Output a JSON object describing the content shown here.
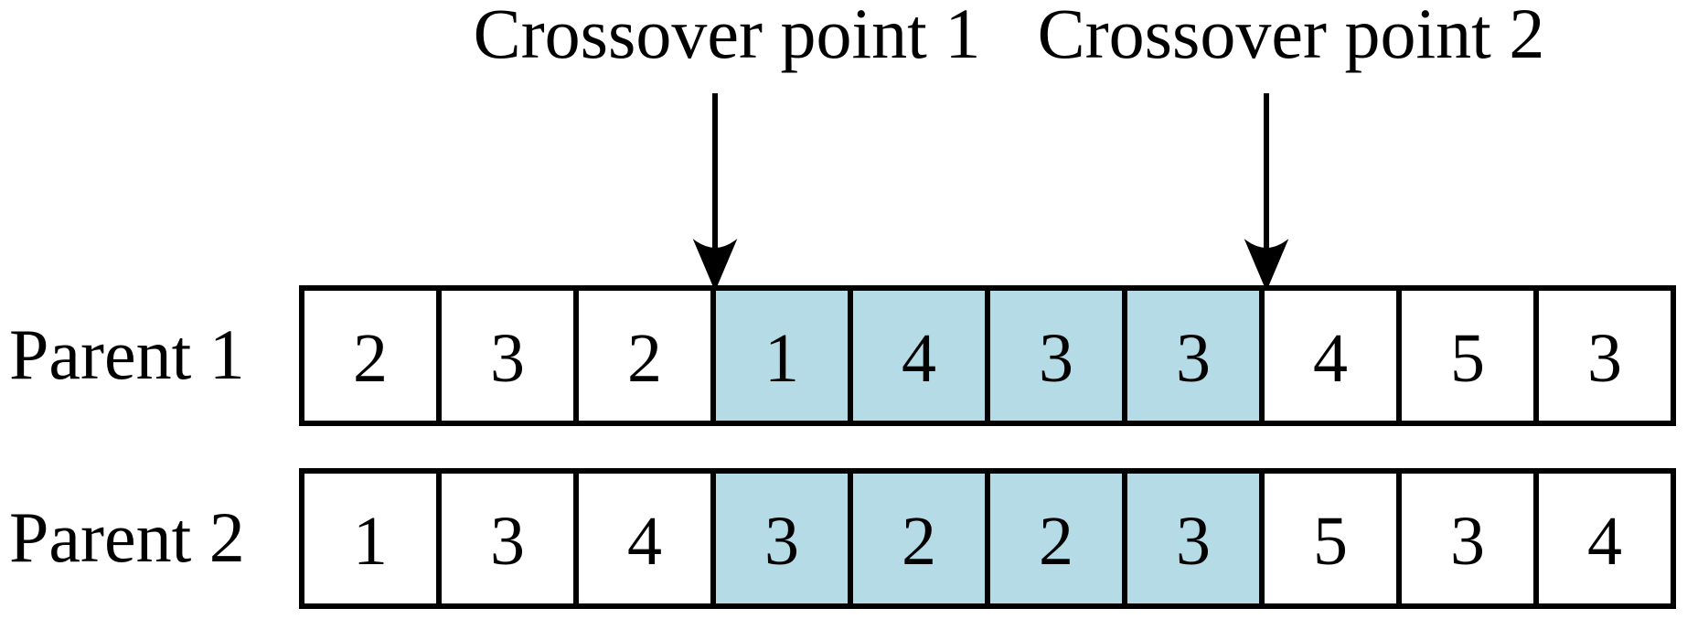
{
  "figure": {
    "title_labels": {
      "point1": "Crossover point 1",
      "point2": "Crossover point 2"
    },
    "parents": [
      {
        "label": "Parent 1",
        "cells": [
          {
            "value": "2",
            "highlighted": false
          },
          {
            "value": "3",
            "highlighted": false
          },
          {
            "value": "2",
            "highlighted": false
          },
          {
            "value": "1",
            "highlighted": true
          },
          {
            "value": "4",
            "highlighted": true
          },
          {
            "value": "3",
            "highlighted": true
          },
          {
            "value": "3",
            "highlighted": true
          },
          {
            "value": "4",
            "highlighted": false
          },
          {
            "value": "5",
            "highlighted": false
          },
          {
            "value": "3",
            "highlighted": false
          }
        ]
      },
      {
        "label": "Parent 2",
        "cells": [
          {
            "value": "1",
            "highlighted": false
          },
          {
            "value": "3",
            "highlighted": false
          },
          {
            "value": "4",
            "highlighted": false
          },
          {
            "value": "3",
            "highlighted": true
          },
          {
            "value": "2",
            "highlighted": true
          },
          {
            "value": "2",
            "highlighted": true
          },
          {
            "value": "3",
            "highlighted": true
          },
          {
            "value": "5",
            "highlighted": false
          },
          {
            "value": "3",
            "highlighted": false
          },
          {
            "value": "4",
            "highlighted": false
          }
        ]
      }
    ],
    "colors": {
      "highlight": "#B5DCE6",
      "line": "#000000",
      "background": "#FFFFFF"
    }
  }
}
